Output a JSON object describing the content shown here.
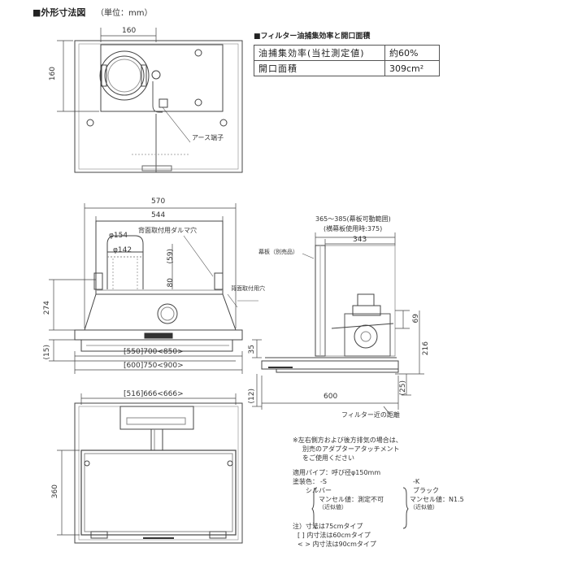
{
  "header": {
    "title": "■外形寸法図",
    "unit": "（単位：mm）"
  },
  "spec": {
    "title": "■フィルター油捕集効率と開口面積",
    "rows": [
      {
        "label": "油捕集効率(当社測定値)",
        "value": "約60%"
      },
      {
        "label": "開口面積",
        "value": "309cm²"
      }
    ]
  },
  "top_view": {
    "dim_width": "160",
    "dim_height": "160",
    "earth_label": "アース端子"
  },
  "front_view": {
    "dim_570": "570",
    "dim_544": "544",
    "dim_154": "φ154",
    "dim_142": "φ142",
    "dim_59": "(59)",
    "dim_80": "80",
    "dim_274": "274",
    "dim_15": "(15)",
    "back_mount_label": "背面取付用ダルマ穴",
    "back_hole_label": "背面取付用穴",
    "width_row1": "[550]700<850>",
    "width_row2": "[600]750<900>"
  },
  "side_view": {
    "range_label": "365～385(幕板可動範囲)",
    "range_sub": "(横幕板使用時:375)",
    "dim_343": "343",
    "maku_label": "幕板（別売品）",
    "dim_69": "69",
    "dim_216": "216",
    "dim_35": "35",
    "dim_12": "(12)",
    "dim_600": "600",
    "dim_25": "(25)",
    "filter_label": "フィルター近の距離"
  },
  "bottom_view": {
    "width_label": "[516]666<666>",
    "dim_360": "360"
  },
  "notes": {
    "adapter": [
      "※左右側方および後方排気の場合は、",
      "別売のアダプターアタッチメント",
      "をご使用ください"
    ],
    "pipe": "適用パイプ：呼び径φ150mm",
    "color_title": "塗装色：",
    "color_s_code": "-S",
    "color_s_name": "シルバー",
    "color_s_munsell": "マンセル値：測定不可",
    "color_s_approx": "（近似値）",
    "color_k_code": "-K",
    "color_k_name": "ブラック",
    "color_k_munsell": "マンセル値：N1.5",
    "color_k_approx": "（近似値）",
    "dims_title": "注）寸法は75cmタイプ",
    "dims_60": "[ ] 内寸法は60cmタイプ",
    "dims_90": "< > 内寸法は90cmタイプ"
  }
}
